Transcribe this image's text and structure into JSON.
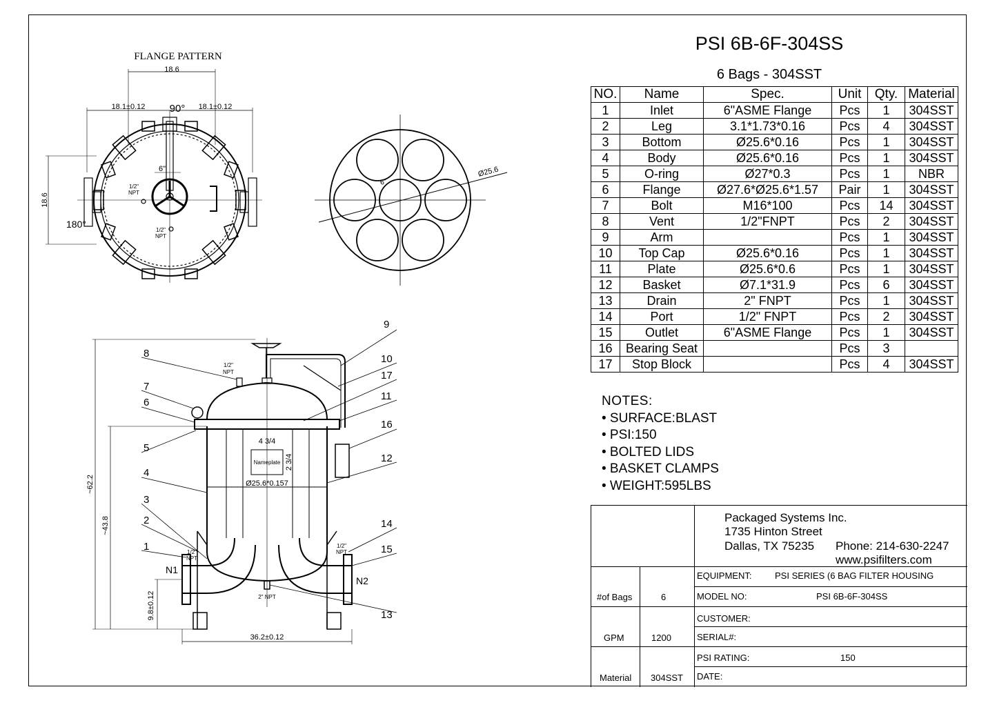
{
  "title": "PSI 6B-6F-304SS",
  "subtitle": "6 Bags - 304SST",
  "bom": {
    "headers": [
      "NO.",
      "Name",
      "Spec.",
      "Unit",
      "Qty.",
      "Material"
    ],
    "rows": [
      [
        "1",
        "Inlet",
        "6\"ASME Flange",
        "Pcs",
        "1",
        "304SST"
      ],
      [
        "2",
        "Leg",
        "3.1*1.73*0.16",
        "Pcs",
        "4",
        "304SST"
      ],
      [
        "3",
        "Bottom",
        "Ø25.6*0.16",
        "Pcs",
        "1",
        "304SST"
      ],
      [
        "4",
        "Body",
        "Ø25.6*0.16",
        "Pcs",
        "1",
        "304SST"
      ],
      [
        "5",
        "O-ring",
        "Ø27*0.3",
        "Pcs",
        "1",
        "NBR"
      ],
      [
        "6",
        "Flange",
        "Ø27.6*Ø25.6*1.57",
        "Pair",
        "1",
        "304SST"
      ],
      [
        "7",
        "Bolt",
        "M16*100",
        "Pcs",
        "14",
        "304SST"
      ],
      [
        "8",
        "Vent",
        "1/2\"FNPT",
        "Pcs",
        "2",
        "304SST"
      ],
      [
        "9",
        "Arm",
        "",
        "Pcs",
        "1",
        "304SST"
      ],
      [
        "10",
        "Top Cap",
        "Ø25.6*0.16",
        "Pcs",
        "1",
        "304SST"
      ],
      [
        "11",
        "Plate",
        "Ø25.6*0.6",
        "Pcs",
        "1",
        "304SST"
      ],
      [
        "12",
        "Basket",
        "Ø7.1*31.9",
        "Pcs",
        "6",
        "304SST"
      ],
      [
        "13",
        "Drain",
        "2\" FNPT",
        "Pcs",
        "1",
        "304SST"
      ],
      [
        "14",
        "Port",
        "1/2\" FNPT",
        "Pcs",
        "2",
        "304SST"
      ],
      [
        "15",
        "Outlet",
        "6\"ASME Flange",
        "Pcs",
        "1",
        "304SST"
      ],
      [
        "16",
        "Bearing Seat",
        "",
        "Pcs",
        "3",
        ""
      ],
      [
        "17",
        "Stop Block",
        "",
        "Pcs",
        "4",
        "304SST"
      ]
    ]
  },
  "notes": {
    "title": "NOTES:",
    "items": [
      "• SURFACE:BLAST",
      "• PSI:150",
      "• BOLTED LIDS",
      "• BASKET CLAMPS",
      "• WEIGHT:595LBS"
    ]
  },
  "company": {
    "name": "Packaged Systems Inc.",
    "street": "1735 Hinton Street",
    "city": "Dallas, TX 75235",
    "phone": "Phone: 214-630-2247",
    "web": "www.psifilters.com"
  },
  "titleblock": {
    "equipment_label": "EQUIPMENT:",
    "equipment_value": "PSI SERIES (6 BAG FILTER HOUSING",
    "model_label": "MODEL NO:",
    "model_value": "PSI 6B-6F-304SS",
    "customer_label": "CUSTOMER:",
    "serial_label": "SERIAL#:",
    "rating_label": "PSI RATING:",
    "rating_value": "150",
    "date_label": "DATE:",
    "bags_label": "#of Bags",
    "bags_value": "6",
    "gpm_label": "GPM",
    "gpm_value": "1200",
    "material_label": "Material",
    "material_value": "304SST"
  },
  "drawing": {
    "flange_title": "FLANGE PATTERN",
    "dim_186_top": "18.6",
    "dim_181_left": "18.1±0.12",
    "dim_181_right": "18.1±0.12",
    "angle_90": "90°",
    "angle_180": "180°",
    "dim_186_side": "18.6",
    "label_6in": "6\"",
    "npt_half_a": "1/2\"",
    "npt_a": "NPT",
    "npt_half_b": "1/2\"",
    "npt_b": "NPT",
    "plate_dia": "Ø25.6",
    "plate_6": "6\"",
    "callouts": [
      "1",
      "2",
      "3",
      "4",
      "5",
      "6",
      "7",
      "8",
      "9",
      "10",
      "11",
      "12",
      "13",
      "14",
      "15",
      "16",
      "17"
    ],
    "side_npt_top_a": "1/2\"",
    "side_npt_top_b": "NPT",
    "dim_434": "4 3/4",
    "nameplate": "Nameplate",
    "dim_234": "2 3/4",
    "body_dia": "Ø25.6*0.157",
    "dim_622": "~62.2",
    "dim_438": "~43.8",
    "dim_98": "9.8±0.12",
    "dim_362": "36.2±0.12",
    "n1": "N1",
    "n2": "N2",
    "side_npt_l_a": "1/2\"",
    "side_npt_l_b": "NPT",
    "side_npt_r_a": "1/2\"",
    "side_npt_r_b": "NPT",
    "drain_npt": "2\" NPT"
  }
}
